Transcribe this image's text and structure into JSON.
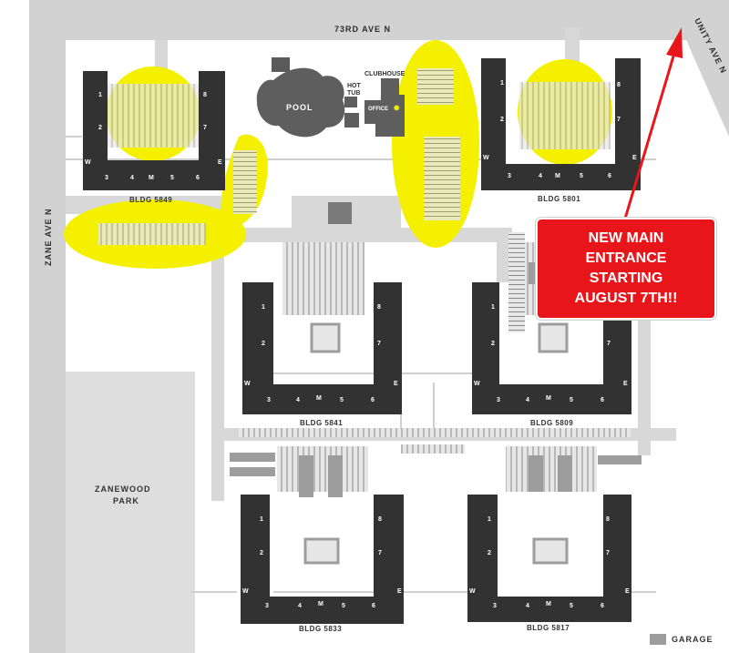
{
  "roads": {
    "north": "73RD AVE N",
    "west": "ZANE AVE N",
    "northeast": "UNITY AVE N"
  },
  "park": {
    "line1": "ZANEWOOD",
    "line2": "PARK"
  },
  "amenities": {
    "pool": "POOL",
    "hot_tub_line1": "HOT",
    "hot_tub_line2": "TUB",
    "clubhouse": "CLUBHOUSE",
    "office": "OFFICE"
  },
  "buildings": [
    {
      "id": "5849",
      "label": "BLDG 5849"
    },
    {
      "id": "5801",
      "label": "BLDG 5801"
    },
    {
      "id": "5841",
      "label": "BLDG 5841"
    },
    {
      "id": "5809",
      "label": "BLDG 5809"
    },
    {
      "id": "5833",
      "label": "BLDG 5833"
    },
    {
      "id": "5817",
      "label": "BLDG 5817"
    }
  ],
  "unit_labels": {
    "u1": "1",
    "u2": "2",
    "u3": "3",
    "u4": "4",
    "u5": "5",
    "u6": "6",
    "u7": "7",
    "u8": "8",
    "m": "M",
    "w": "W",
    "e": "E"
  },
  "callout": {
    "line1": "NEW MAIN",
    "line2": "ENTRANCE",
    "line3": "STARTING",
    "line4": "AUGUST 7TH!!"
  },
  "legend": {
    "garage": "GARAGE"
  },
  "colors": {
    "road": "#d2d2d2",
    "building": "#323232",
    "garage": "#9d9d9d",
    "highlight": "#f4f000",
    "callout": "#e8161b",
    "arrow": "#e8161b"
  }
}
